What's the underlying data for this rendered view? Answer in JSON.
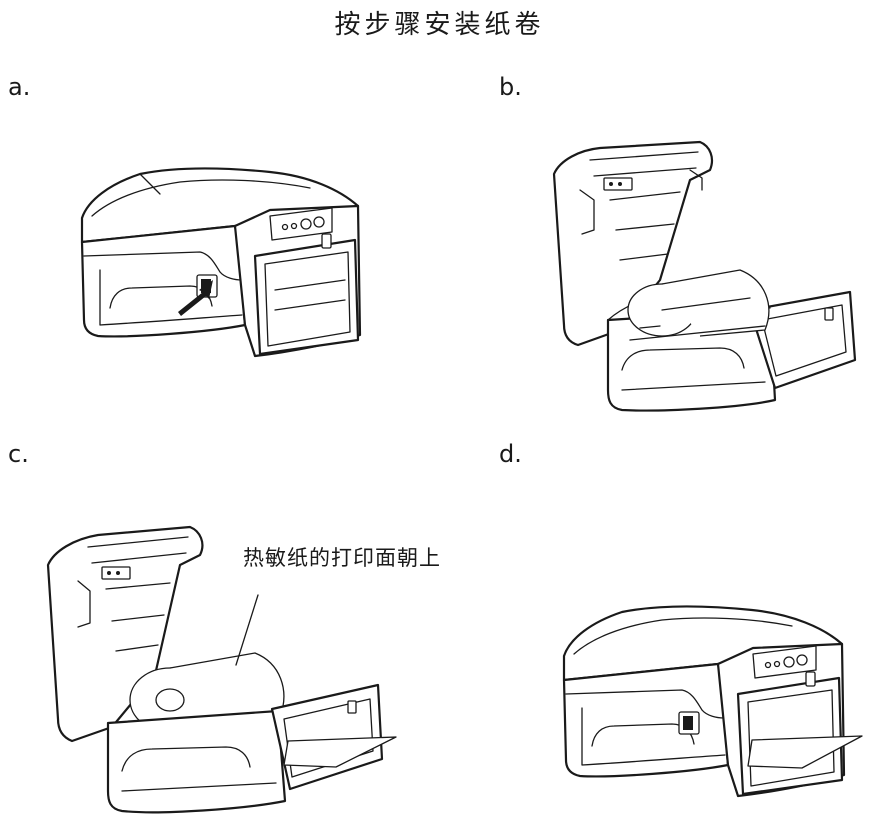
{
  "title": "按步骤安装纸卷",
  "steps": [
    {
      "label": "a."
    },
    {
      "label": "b."
    },
    {
      "label": "c.",
      "annotation": "热敏纸的打印面朝上"
    },
    {
      "label": "d."
    }
  ],
  "icons": [
    "printer-closed-icon",
    "printer-open-empty-icon",
    "printer-open-with-roll-icon",
    "printer-closed-with-paper-icon",
    "arrow-icon"
  ]
}
